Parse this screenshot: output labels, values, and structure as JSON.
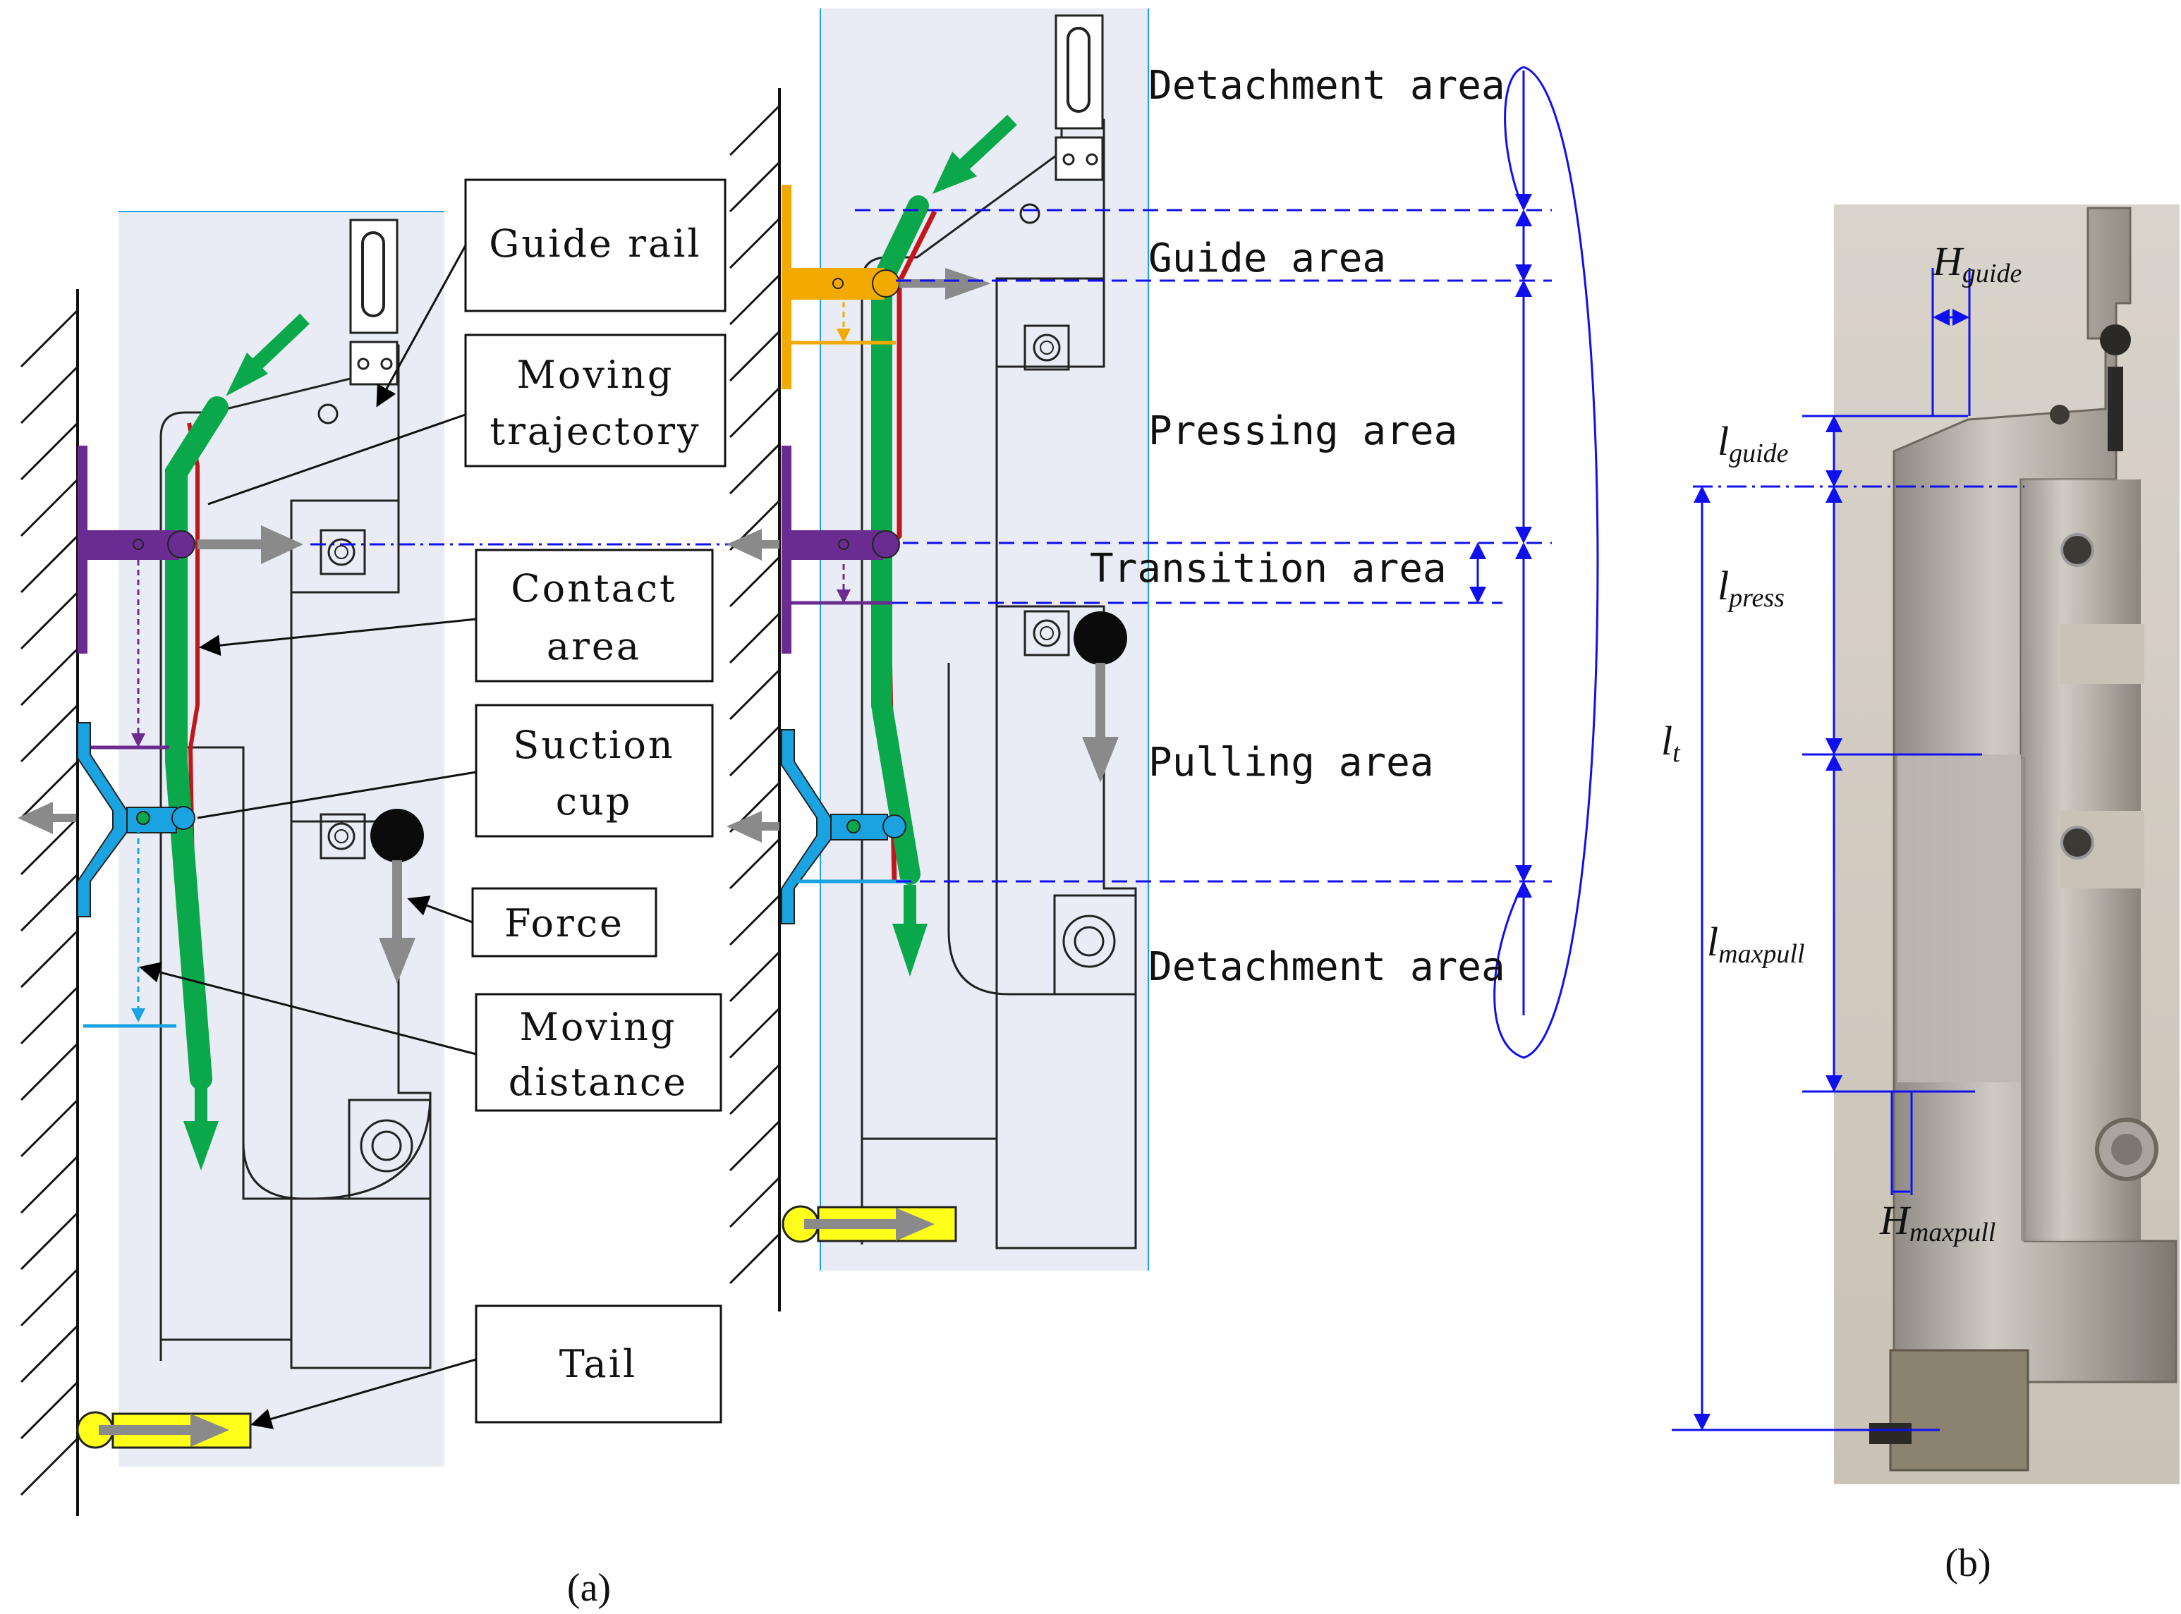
{
  "colors": {
    "trajectory": "#0aa84a",
    "contact": "#c0161c",
    "purple_cup": "#6a2c91",
    "blue_cup": "#1aa3e0",
    "orange_cup": "#f2a900",
    "tail": "#ffff1a",
    "force": "#8a8a8a",
    "dimension": "#1010ee",
    "background_panel": "#e9ecf4"
  },
  "panel_a": {
    "callouts": {
      "guide_rail": "Guide rail",
      "moving_trajectory": [
        "Moving",
        "trajectory"
      ],
      "contact_area": [
        "Contact",
        "area"
      ],
      "suction_cup": [
        "Suction",
        "cup"
      ],
      "force": "Force",
      "moving_distance": [
        "Moving",
        "distance"
      ],
      "tail": "Tail"
    },
    "zones": {
      "detachment_top": "Detachment area",
      "guide": "Guide area",
      "pressing": "Pressing area",
      "transition": "Transition area",
      "pulling": "Pulling area",
      "detachment_bottom": "Detachment area"
    },
    "caption": "(a)"
  },
  "panel_b": {
    "dimensions": {
      "h_guide": {
        "main": "H",
        "sub": "guide"
      },
      "l_guide": {
        "main": "l",
        "sub": "guide"
      },
      "l_press": {
        "main": "l",
        "sub": "press"
      },
      "l_t": {
        "main": "l",
        "sub": "t"
      },
      "l_maxpull": {
        "main": "l",
        "sub": "maxpull"
      },
      "h_maxpull": {
        "main": "H",
        "sub": "maxpull"
      }
    },
    "caption": "(b)"
  }
}
